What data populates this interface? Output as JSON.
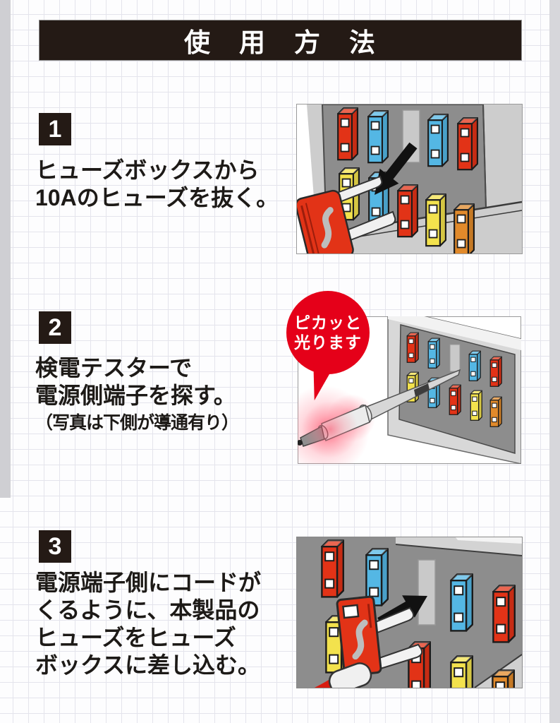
{
  "header": {
    "title": "使　用　方　法"
  },
  "steps": [
    {
      "number": "1",
      "lines": [
        "ヒューズボックスから",
        "10Aのヒューズを抜く。"
      ],
      "illustration": "fuse-box-with-puller-removing-fuse"
    },
    {
      "number": "2",
      "lines": [
        "検電テスターで",
        "電源側端子を探す。"
      ],
      "note": "（写真は下側が導通有り）",
      "callout": {
        "line1": "ピカッと",
        "line2": "光ります"
      },
      "illustration": "circuit-tester-probing-fuse-box"
    },
    {
      "number": "3",
      "lines": [
        "電源端子側にコードが",
        "くるように、本製品の",
        "ヒューズをヒューズ",
        "ボックスに差し込む。"
      ],
      "illustration": "product-fuse-with-cord-inserted-into-fuse-box"
    }
  ],
  "colors": {
    "ink": "#241a15",
    "text": "#1d1a17",
    "callout_red": "#e50019",
    "fuse_red": "#e23317",
    "fuse_blue": "#54b7e4",
    "fuse_yellow": "#f3e24d",
    "fuse_orange": "#e18a2b",
    "panel_gray": "#8d8d8d",
    "light_gray": "#cdcdcd",
    "cord_red": "#d81c10"
  }
}
